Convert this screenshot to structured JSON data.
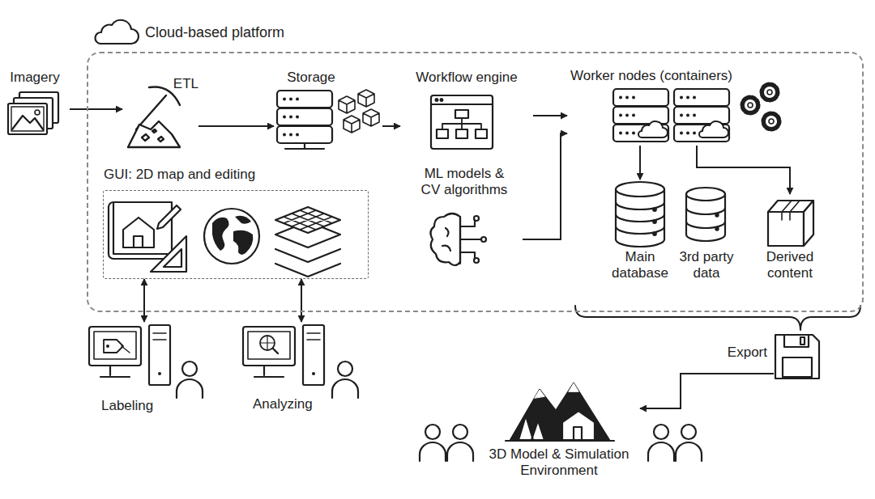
{
  "diagram": {
    "nodes": [
      {
        "text": [
          "Cloud-based platform"
        ]
      },
      {
        "text": [
          "Imagery"
        ]
      },
      {
        "text": [
          "ETL"
        ],
        "in": 0
      },
      {
        "text": [
          "Storage"
        ],
        "in": 0
      },
      {
        "text": [
          "Workflow engine"
        ],
        "in": 0
      },
      {
        "text": [
          "Worker nodes (containers)"
        ],
        "in": 0
      },
      {
        "text": [
          "GUI: 2D map and editing"
        ],
        "in": 0
      },
      {
        "text": [
          "ML models & CV algorithms"
        ],
        "in": 0
      },
      {
        "text": [
          "Main database"
        ],
        "in": 0
      },
      {
        "text": [
          "3rd party data"
        ],
        "in": 0
      },
      {
        "text": [
          "Derived content"
        ],
        "in": 0
      },
      {
        "text": [
          "Labeling"
        ]
      },
      {
        "text": [
          "Analyzing"
        ]
      },
      {
        "text": [
          "Export"
        ]
      },
      {
        "text": [
          "3D Model & Simulation Environment"
        ]
      }
    ],
    "edges": [
      {
        "from": 1,
        "to": 2,
        "arrow": "to"
      },
      {
        "from": 2,
        "to": 3,
        "arrow": "to"
      },
      {
        "from": 3,
        "to": 4,
        "arrow": "to"
      },
      {
        "from": 4,
        "to": 5,
        "arrow": "to"
      },
      {
        "from": 7,
        "to": 5,
        "arrow": "to"
      },
      {
        "from": 5,
        "to": 8,
        "arrow": "to"
      },
      {
        "from": 5,
        "to": 10,
        "arrow": "to"
      },
      {
        "from": 6,
        "to": 11,
        "arrow": "both"
      },
      {
        "from": 6,
        "to": 12,
        "arrow": "both"
      },
      {
        "from": 13,
        "to": 14,
        "arrow": "to"
      }
    ]
  }
}
